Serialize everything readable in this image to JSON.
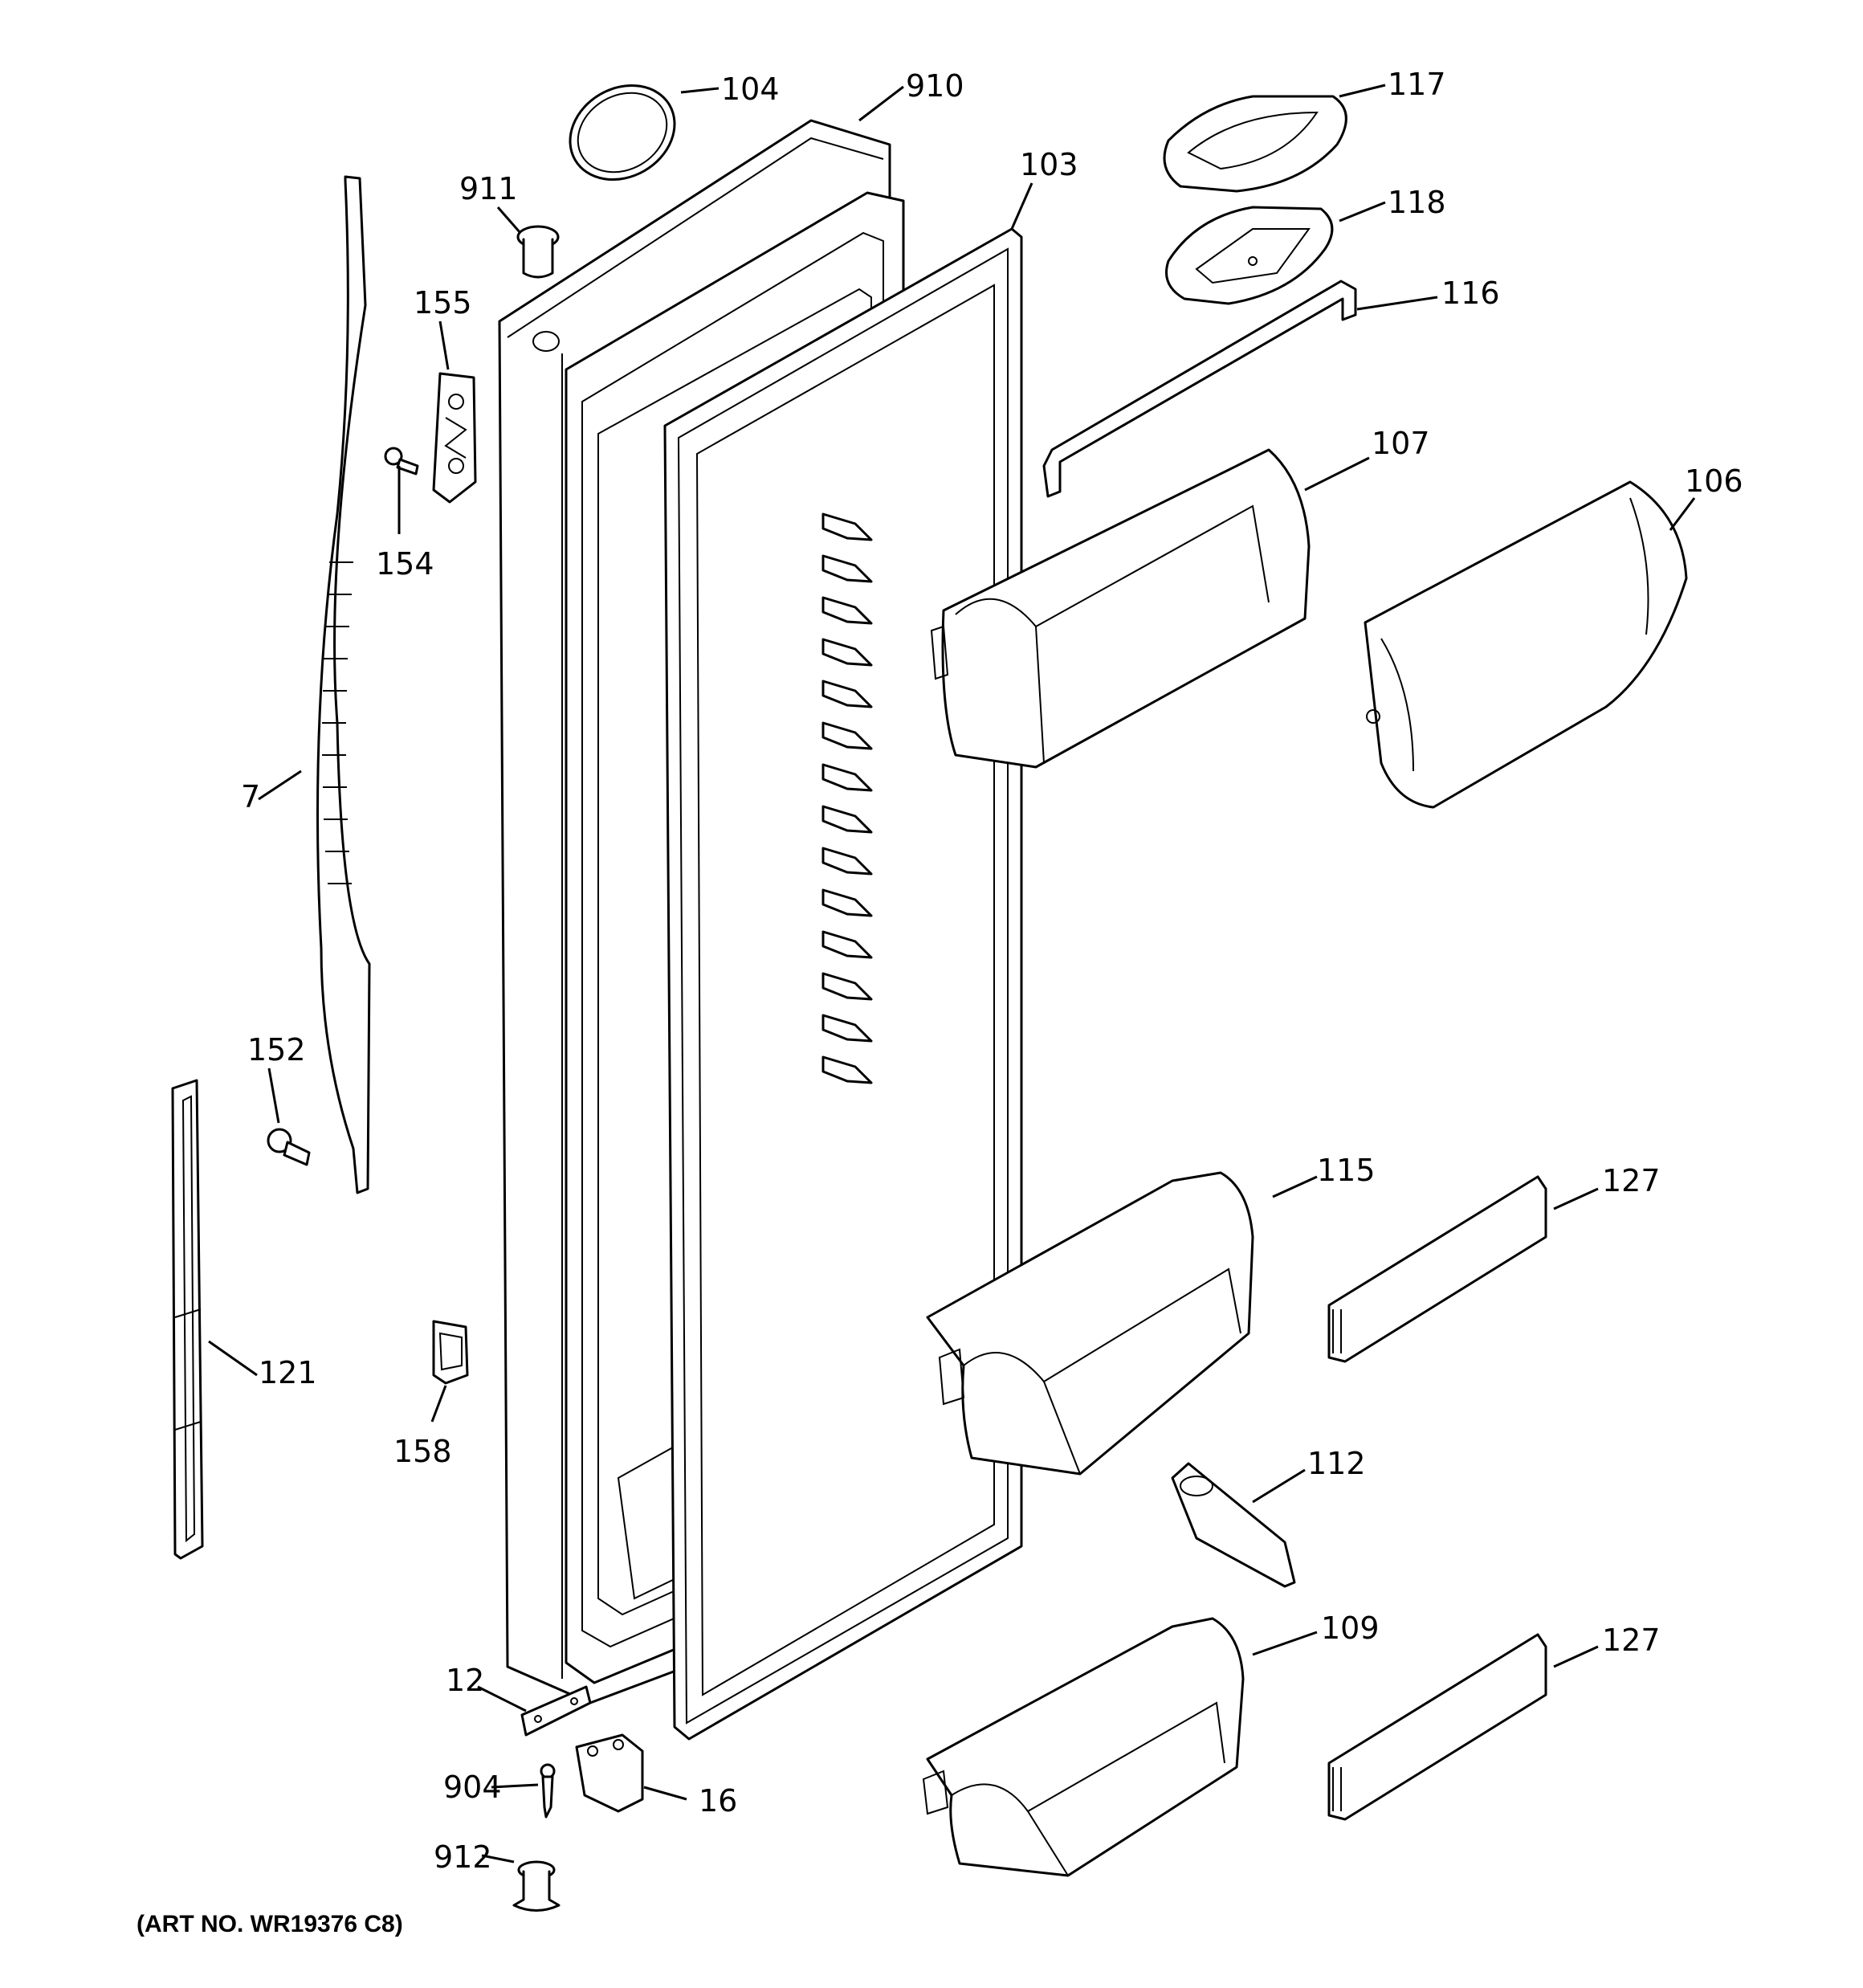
{
  "callouts": {
    "c104": "104",
    "c910": "910",
    "c103": "103",
    "c117": "117",
    "c118": "118",
    "c116": "116",
    "c911": "911",
    "c155": "155",
    "c154": "154",
    "c107": "107",
    "c106": "106",
    "c7": "7",
    "c152": "152",
    "c115": "115",
    "c127a": "127",
    "c121": "121",
    "c158": "158",
    "c112": "112",
    "c109": "109",
    "c127b": "127",
    "c12": "12",
    "c904": "904",
    "c16": "16",
    "c912": "912"
  },
  "art_number": "(ART NO. WR19376 C8)"
}
